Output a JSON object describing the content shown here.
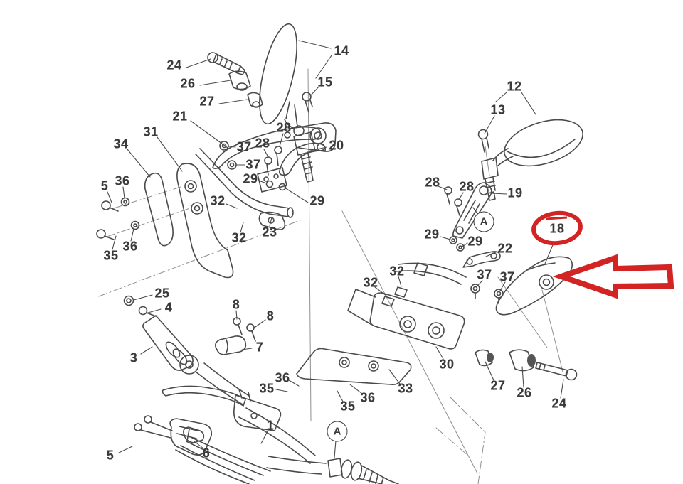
{
  "diagram": {
    "labels": [
      "24",
      "26",
      "27",
      "21",
      "14",
      "15",
      "31",
      "34",
      "28",
      "28",
      "37",
      "37",
      "29",
      "29",
      "20",
      "23",
      "32",
      "32",
      "36",
      "5",
      "36",
      "35",
      "12",
      "13",
      "28",
      "28",
      "19",
      "29",
      "29",
      "22",
      "37",
      "37",
      "32",
      "32",
      "18",
      "30",
      "33",
      "27",
      "26",
      "24",
      "25",
      "4",
      "3",
      "8",
      "8",
      "7",
      "36",
      "35",
      "36",
      "35",
      "5",
      "6",
      "1"
    ],
    "markers": [
      "A",
      "A"
    ],
    "highlight": {
      "circled_part": "18",
      "circle_color": "#d32322",
      "arrow_color": "#d32322",
      "arrow_direction": "left"
    },
    "colors": {
      "background": "#ffffff",
      "line": "#4a4a4a",
      "red": "#d32322"
    }
  }
}
